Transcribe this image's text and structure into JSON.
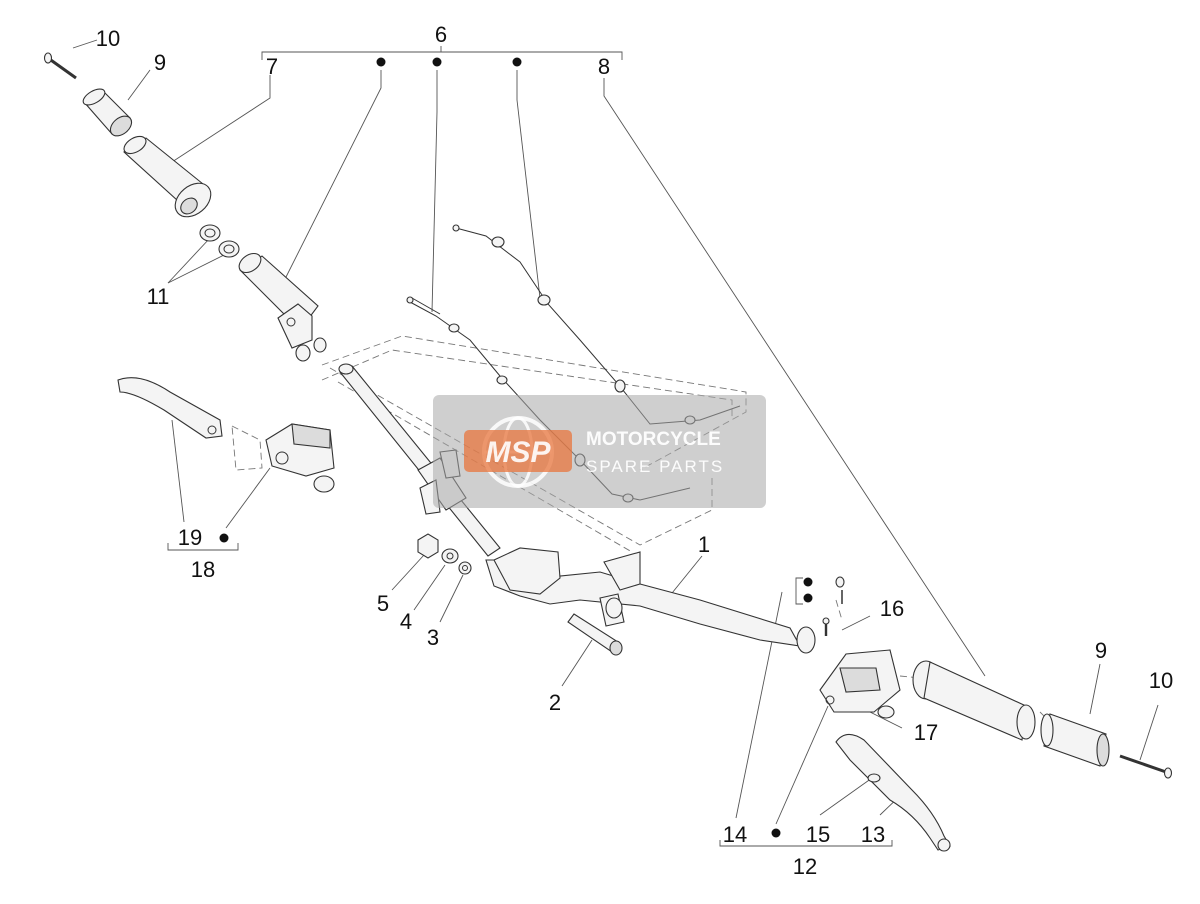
{
  "callouts": {
    "c1": "1",
    "c2": "2",
    "c3": "3",
    "c4": "4",
    "c5": "5",
    "c6": "6",
    "c7": "7",
    "c8": "8",
    "c9a": "9",
    "c9b": "9",
    "c10a": "10",
    "c10b": "10",
    "c11": "11",
    "c12": "12",
    "c13": "13",
    "c14": "14",
    "c15": "15",
    "c16": "16",
    "c17": "17",
    "c18": "18",
    "c19": "19"
  },
  "watermark": {
    "logo": "MSP",
    "line1": "MOTORCYCLE",
    "line2": "SPARE PARTS"
  }
}
